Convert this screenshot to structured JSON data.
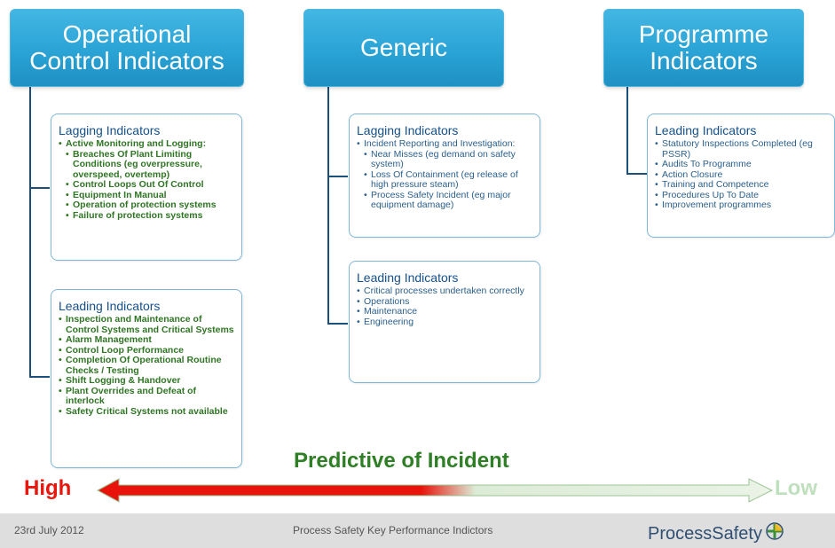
{
  "columns": {
    "operational": {
      "header": [
        "Operational",
        "Control Indicators"
      ],
      "lagging": {
        "title": "Lagging Indicators",
        "items": [
          "Active Monitoring and Logging:",
          "Breaches Of Plant Limiting Conditions  (eg overpressure, overspeed, overtemp)",
          "Control Loops Out Of Control",
          "Equipment In Manual",
          "Operation of protection systems",
          "Failure of protection systems"
        ]
      },
      "leading": {
        "title": "Leading Indicators",
        "items": [
          "Inspection and Maintenance of Control Systems and Critical Systems",
          "Alarm Management",
          "Control Loop Performance",
          "Completion Of Operational Routine Checks / Testing",
          "Shift Logging & Handover",
          "Plant Overrides and Defeat of interlock",
          "Safety Critical Systems not available"
        ]
      }
    },
    "generic": {
      "header": [
        "Generic"
      ],
      "lagging": {
        "title": "Lagging Indicators",
        "items": [
          "Incident Reporting and Investigation:",
          "Near Misses (eg demand on safety system)",
          "Loss Of Containment (eg release of high pressure steam)",
          "Process Safety Incident (eg major equipment damage)"
        ]
      },
      "leading": {
        "title": "Leading Indicators",
        "items": [
          "Critical processes undertaken correctly",
          "Operations",
          "Maintenance",
          "Engineering"
        ]
      }
    },
    "programme": {
      "header": [
        "Programme",
        "Indicators"
      ],
      "leading": {
        "title": "Leading Indicators",
        "items": [
          "Statutory Inspections Completed (eg PSSR)",
          "Audits To Programme",
          "Action Closure",
          "Training and Competence",
          "Procedures Up To Date",
          "Improvement programmes"
        ]
      }
    }
  },
  "scale": {
    "title": "Predictive of Incident",
    "high": "High",
    "low": "Low"
  },
  "footer": {
    "date": "23rd July 2012",
    "title": "Process Safety Key Performance Indictors",
    "logo_text_a": "Process",
    "logo_text_b": "Safety",
    "logo_icon": "cross-shield-icon"
  },
  "colors": {
    "header_blue": "#2aa3d5",
    "box_title": "#15508a",
    "lagging_green_text": "#2f7524",
    "high_red": "#e8160c",
    "low_green": "#bfe0bd"
  }
}
